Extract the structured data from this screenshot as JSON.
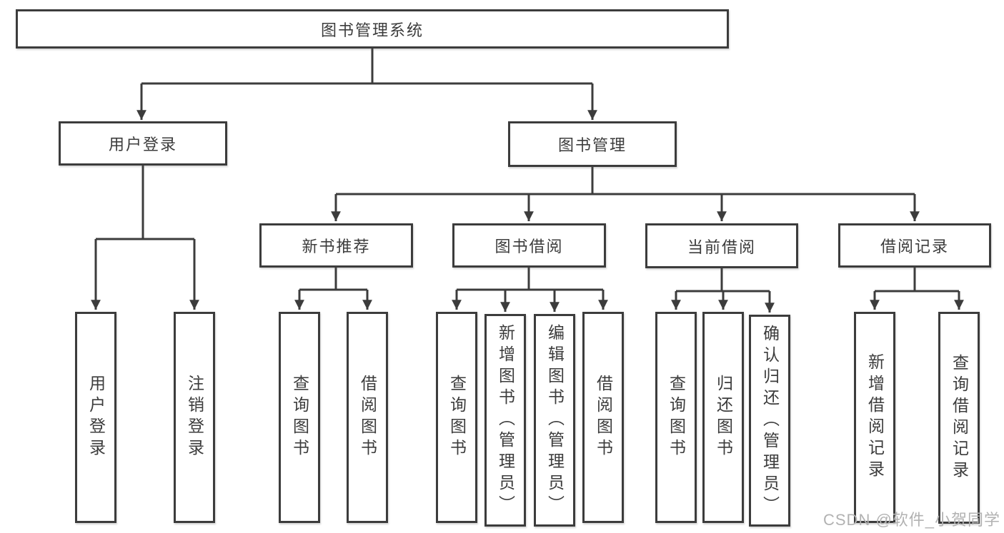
{
  "diagram": {
    "root": {
      "label": "图书管理系统"
    },
    "userLogin": {
      "label": "用户登录",
      "children": [
        {
          "label": "用户登录"
        },
        {
          "label": "注销登录"
        }
      ]
    },
    "bookMgmt": {
      "label": "图书管理"
    },
    "newBookRec": {
      "label": "新书推荐",
      "children": [
        {
          "label": "查询图书"
        },
        {
          "label": "借阅图书"
        }
      ]
    },
    "bookBorrow": {
      "label": "图书借阅",
      "children": [
        {
          "label": "查询图书"
        },
        {
          "label": "新增图书（管理员）"
        },
        {
          "label": "编辑图书（管理员）"
        },
        {
          "label": "借阅图书"
        }
      ]
    },
    "currentBorrow": {
      "label": "当前借阅",
      "children": [
        {
          "label": "查询图书"
        },
        {
          "label": "归还图书"
        },
        {
          "label": "确认归还（管理员）"
        }
      ]
    },
    "borrowRecords": {
      "label": "借阅记录",
      "children": [
        {
          "label": "新增借阅记录"
        },
        {
          "label": "查询借阅记录"
        }
      ]
    }
  },
  "watermark": {
    "text": "CSDN @软件_小贺同学"
  },
  "colors": {
    "line": "#3c3c3c",
    "text": "#3c3c3c",
    "background": "#ffffff",
    "watermark": "#b2b2b2"
  }
}
